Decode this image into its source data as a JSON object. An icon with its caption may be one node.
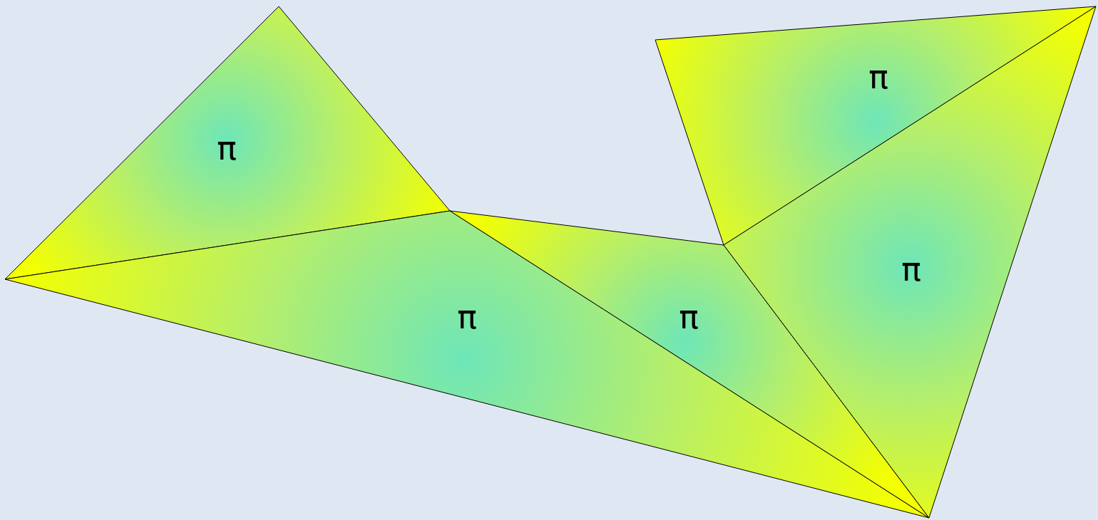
{
  "diagram": {
    "nodes": [
      {
        "text": [
          "π"
        ]
      },
      {
        "text": [
          "π"
        ]
      },
      {
        "text": [
          "π"
        ]
      },
      {
        "text": [
          "π"
        ]
      },
      {
        "text": [
          "π"
        ]
      }
    ]
  }
}
